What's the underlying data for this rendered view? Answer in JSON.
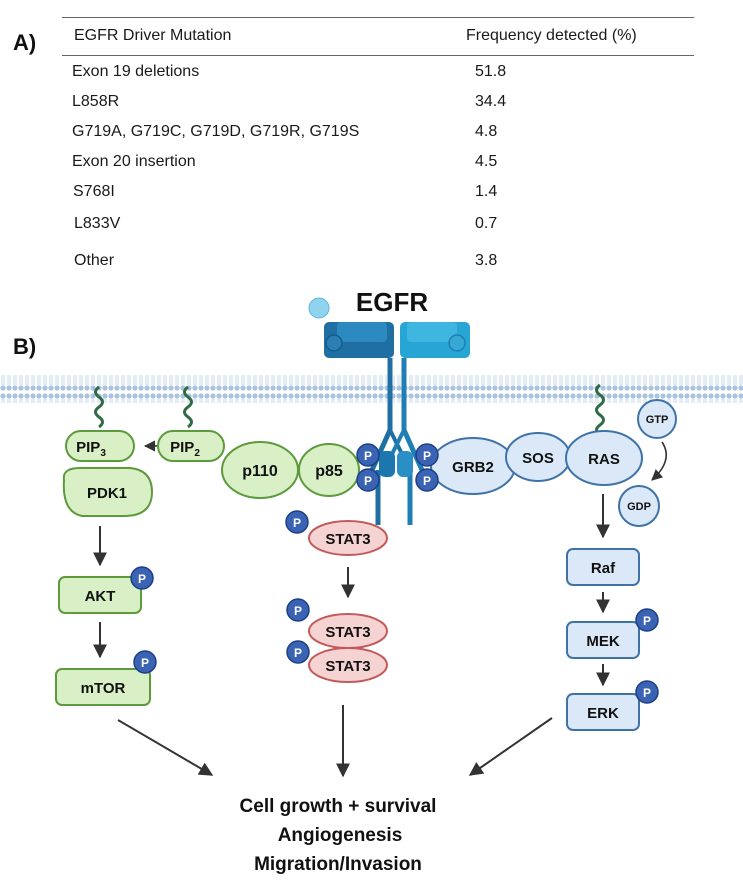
{
  "panel_a": {
    "label": "A)",
    "table": {
      "headers": [
        "EGFR Driver Mutation",
        "Frequency  detected (%)"
      ],
      "rows": [
        [
          "Exon 19 deletions",
          "51.8"
        ],
        [
          "L858R",
          "34.4"
        ],
        [
          "G719A, G719C, G719D, G719R, G719S",
          "4.8"
        ],
        [
          "Exon 20 insertion",
          "4.5"
        ],
        [
          "S768I",
          "1.4"
        ],
        [
          "L833V",
          "0.7"
        ],
        [
          "Other",
          "3.8"
        ]
      ]
    }
  },
  "panel_b": {
    "label": "B)",
    "receptor_title": "EGFR",
    "phospho_label": "P",
    "nodes": {
      "pip3_base": "PIP",
      "pip3_sub": "3",
      "pip2_base": "PIP",
      "pip2_sub": "2",
      "pdk1": "PDK1",
      "akt": "AKT",
      "mtor": "mTOR",
      "p110": "p110",
      "p85": "p85",
      "stat3": "STAT3",
      "grb2": "GRB2",
      "sos": "SOS",
      "ras": "RAS",
      "gtp": "GTP",
      "gdp": "GDP",
      "raf": "Raf",
      "mek": "MEK",
      "erk": "ERK"
    },
    "outcomes": [
      "Cell growth + survival",
      "Angiogenesis",
      "Migration/Invasion"
    ]
  },
  "colors": {
    "green_fill": "#d9efc6",
    "green_stroke": "#5d9a3c",
    "red_fill": "#f6d3d3",
    "red_stroke": "#c25a5a",
    "blue_fill": "#dbe8f7",
    "blue_stroke": "#3f73a8",
    "phospho_fill": "#3b63b3",
    "receptor": "#1f7fb4",
    "membrane": "#b9cfe6"
  }
}
